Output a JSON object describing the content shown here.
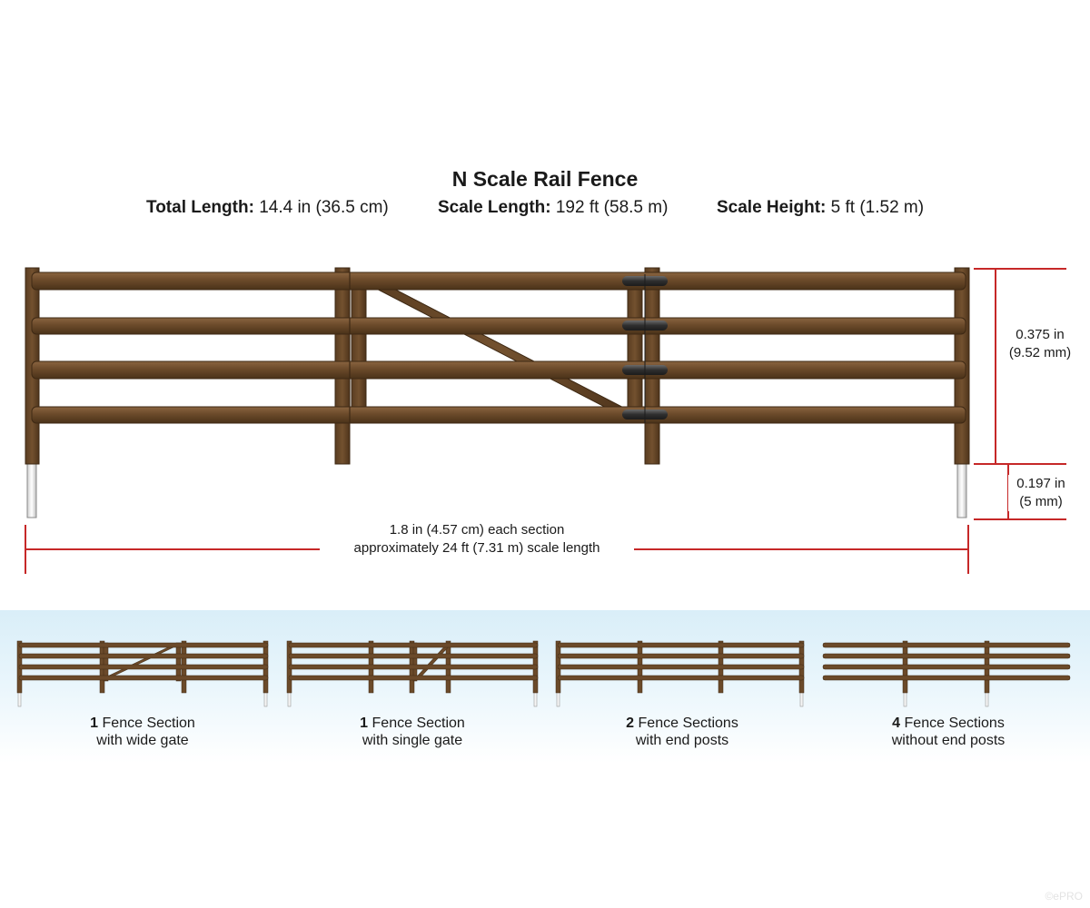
{
  "title": "N Scale Rail Fence",
  "specs": {
    "total_length_label": "Total Length:",
    "total_length_value": "14.4 in (36.5 cm)",
    "scale_length_label": "Scale Length:",
    "scale_length_value": "192 ft (58.5 m)",
    "scale_height_label": "Scale Height:",
    "scale_height_value": "5 ft (1.52 m)"
  },
  "dimensions": {
    "height_line1": "0.375 in",
    "height_line2": "(9.52 mm)",
    "post_line1": "0.197 in",
    "post_line2": "(5 mm)",
    "length_line1": "1.8 in (4.57 cm) each section",
    "length_line2": "approximately 24 ft (7.31 m) scale length"
  },
  "variants": [
    {
      "count": "1",
      "line1": "Fence Section",
      "line2": "with wide gate"
    },
    {
      "count": "1",
      "line1": "Fence Section",
      "line2": "with single gate"
    },
    {
      "count": "2",
      "line1": "Fence Sections",
      "line2": "with end posts"
    },
    {
      "count": "4",
      "line1": "Fence Sections",
      "line2": "without end posts"
    }
  ],
  "watermark": "©ePRO",
  "colors": {
    "wood": "#6b4a2a",
    "wood_dark": "#4a3219",
    "dimension_line": "#c62828",
    "connector": "#3a3a3a",
    "band": "#d9eef8"
  }
}
